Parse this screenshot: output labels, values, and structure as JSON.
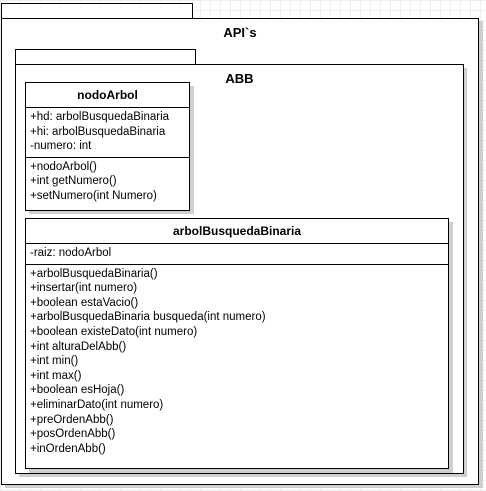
{
  "packages": {
    "outer": {
      "name": "API`s"
    },
    "inner": {
      "name": "ABB"
    }
  },
  "classes": [
    {
      "name": "nodoArbol",
      "attributes": [
        "+hd: arbolBusquedaBinaria",
        "+hi: arbolBusquedaBinaria",
        "-numero: int"
      ],
      "methods": [
        "+nodoArbol()",
        "+int getNumero()",
        "+setNumero(int Numero)"
      ]
    },
    {
      "name": "arbolBusquedaBinaria",
      "attributes": [
        "-raiz: nodoArbol"
      ],
      "methods": [
        "+arbolBusquedaBinaria()",
        "+insertar(int numero)",
        "+boolean estaVacio()",
        "+arbolBusquedaBinaria busqueda(int numero)",
        "+boolean existeDato(int numero)",
        "+int alturaDelAbb()",
        "+int min()",
        "+int max()",
        "+boolean esHoja()",
        "+eliminarDato(int numero)",
        "+preOrdenAbb()",
        "+posOrdenAbb()",
        "+inOrdenAbb()"
      ]
    }
  ]
}
